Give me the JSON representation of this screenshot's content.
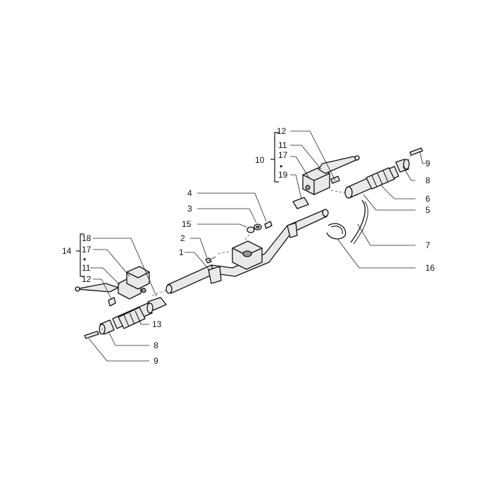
{
  "labels": {
    "g1_12": "12",
    "g1_11": "11",
    "g1_17": "17",
    "g1_dot": "•",
    "g1_19": "19",
    "g1_10": "10",
    "r_9": "9",
    "r_8": "8",
    "r_6": "6",
    "r_5": "5",
    "r_7": "7",
    "r_16": "16",
    "c_4": "4",
    "c_3": "3",
    "c_15": "15",
    "c_2": "2",
    "c_1": "1",
    "g2_18": "18",
    "g2_17": "17",
    "g2_dot": "•",
    "g2_11": "11",
    "g2_12": "12",
    "g2_14": "14",
    "l_13": "13",
    "l_8": "8",
    "l_9": "9"
  }
}
